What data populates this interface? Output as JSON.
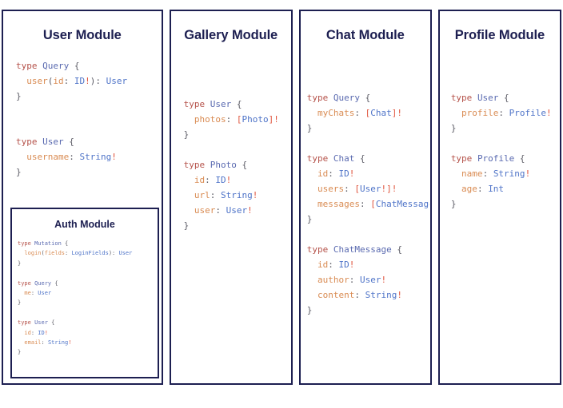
{
  "canvas": {
    "background": "#ffffff",
    "border_color": "#1d1f51",
    "title_color": "#1d1f51"
  },
  "palette": {
    "keyword": "#b5524a",
    "type_name": "#5a6ab0",
    "field_name": "#d98b52",
    "value_type": "#4f74c8",
    "non_null_bang": "#e0563f",
    "punctuation": "#5c5c66"
  },
  "modules": [
    {
      "id": "user",
      "title": "User Module",
      "code_lines": [
        [
          {
            "text": "type ",
            "token": "kw"
          },
          {
            "text": "Query",
            "token": "type"
          },
          {
            "text": " {",
            "token": "punc"
          }
        ],
        [
          {
            "text": "  user",
            "token": "field"
          },
          {
            "text": "(",
            "token": "punc"
          },
          {
            "text": "id",
            "token": "field"
          },
          {
            "text": ": ",
            "token": "punc"
          },
          {
            "text": "ID",
            "token": "val"
          },
          {
            "text": "!",
            "token": "bang"
          },
          {
            "text": ")",
            "token": "punc"
          },
          {
            "text": ": ",
            "token": "punc"
          },
          {
            "text": "User",
            "token": "val"
          }
        ],
        [
          {
            "text": "}",
            "token": "punc"
          }
        ],
        [
          {
            "text": "",
            "token": "punc"
          }
        ],
        [
          {
            "text": "",
            "token": "punc"
          }
        ],
        [
          {
            "text": "type ",
            "token": "kw"
          },
          {
            "text": "User",
            "token": "type"
          },
          {
            "text": " {",
            "token": "punc"
          }
        ],
        [
          {
            "text": "  username",
            "token": "field"
          },
          {
            "text": ": ",
            "token": "punc"
          },
          {
            "text": "String",
            "token": "val"
          },
          {
            "text": "!",
            "token": "bang"
          }
        ],
        [
          {
            "text": "}",
            "token": "punc"
          }
        ]
      ],
      "nested": {
        "id": "auth",
        "title": "Auth Module",
        "code_lines": [
          [
            {
              "text": "type ",
              "token": "kw"
            },
            {
              "text": "Mutation",
              "token": "type"
            },
            {
              "text": " {",
              "token": "punc"
            }
          ],
          [
            {
              "text": "  login",
              "token": "field"
            },
            {
              "text": "(",
              "token": "punc"
            },
            {
              "text": "fields",
              "token": "field"
            },
            {
              "text": ": ",
              "token": "punc"
            },
            {
              "text": "LoginFields",
              "token": "val"
            },
            {
              "text": ")",
              "token": "punc"
            },
            {
              "text": ": ",
              "token": "punc"
            },
            {
              "text": "User",
              "token": "val"
            }
          ],
          [
            {
              "text": "}",
              "token": "punc"
            }
          ],
          [
            {
              "text": "",
              "token": "punc"
            }
          ],
          [
            {
              "text": "type ",
              "token": "kw"
            },
            {
              "text": "Query",
              "token": "type"
            },
            {
              "text": " {",
              "token": "punc"
            }
          ],
          [
            {
              "text": "  me",
              "token": "field"
            },
            {
              "text": ": ",
              "token": "punc"
            },
            {
              "text": "User",
              "token": "val"
            }
          ],
          [
            {
              "text": "}",
              "token": "punc"
            }
          ],
          [
            {
              "text": "",
              "token": "punc"
            }
          ],
          [
            {
              "text": "type ",
              "token": "kw"
            },
            {
              "text": "User",
              "token": "type"
            },
            {
              "text": " {",
              "token": "punc"
            }
          ],
          [
            {
              "text": "  id",
              "token": "field"
            },
            {
              "text": ": ",
              "token": "punc"
            },
            {
              "text": "ID",
              "token": "val"
            },
            {
              "text": "!",
              "token": "bang"
            }
          ],
          [
            {
              "text": "  email",
              "token": "field"
            },
            {
              "text": ": ",
              "token": "punc"
            },
            {
              "text": "String",
              "token": "val"
            },
            {
              "text": "!",
              "token": "bang"
            }
          ],
          [
            {
              "text": "}",
              "token": "punc"
            }
          ]
        ]
      }
    },
    {
      "id": "gallery",
      "title": "Gallery Module",
      "code_lines": [
        [
          {
            "text": "type ",
            "token": "kw"
          },
          {
            "text": "User",
            "token": "type"
          },
          {
            "text": " {",
            "token": "punc"
          }
        ],
        [
          {
            "text": "  photos",
            "token": "field"
          },
          {
            "text": ": ",
            "token": "punc"
          },
          {
            "text": "[",
            "token": "bang"
          },
          {
            "text": "Photo",
            "token": "val"
          },
          {
            "text": "]",
            "token": "bang"
          },
          {
            "text": "!",
            "token": "bang"
          }
        ],
        [
          {
            "text": "}",
            "token": "punc"
          }
        ],
        [
          {
            "text": "",
            "token": "punc"
          }
        ],
        [
          {
            "text": "type ",
            "token": "kw"
          },
          {
            "text": "Photo",
            "token": "type"
          },
          {
            "text": " {",
            "token": "punc"
          }
        ],
        [
          {
            "text": "  id",
            "token": "field"
          },
          {
            "text": ": ",
            "token": "punc"
          },
          {
            "text": "ID",
            "token": "val"
          },
          {
            "text": "!",
            "token": "bang"
          }
        ],
        [
          {
            "text": "  url",
            "token": "field"
          },
          {
            "text": ": ",
            "token": "punc"
          },
          {
            "text": "String",
            "token": "val"
          },
          {
            "text": "!",
            "token": "bang"
          }
        ],
        [
          {
            "text": "  user",
            "token": "field"
          },
          {
            "text": ": ",
            "token": "punc"
          },
          {
            "text": "User",
            "token": "val"
          },
          {
            "text": "!",
            "token": "bang"
          }
        ],
        [
          {
            "text": "}",
            "token": "punc"
          }
        ]
      ],
      "nested": null
    },
    {
      "id": "chat",
      "title": "Chat Module",
      "code_lines": [
        [
          {
            "text": "type ",
            "token": "kw"
          },
          {
            "text": "Query",
            "token": "type"
          },
          {
            "text": " {",
            "token": "punc"
          }
        ],
        [
          {
            "text": "  myChats",
            "token": "field"
          },
          {
            "text": ": ",
            "token": "punc"
          },
          {
            "text": "[",
            "token": "bang"
          },
          {
            "text": "Chat",
            "token": "val"
          },
          {
            "text": "]",
            "token": "bang"
          },
          {
            "text": "!",
            "token": "bang"
          }
        ],
        [
          {
            "text": "}",
            "token": "punc"
          }
        ],
        [
          {
            "text": "",
            "token": "punc"
          }
        ],
        [
          {
            "text": "type ",
            "token": "kw"
          },
          {
            "text": "Chat",
            "token": "type"
          },
          {
            "text": " {",
            "token": "punc"
          }
        ],
        [
          {
            "text": "  id",
            "token": "field"
          },
          {
            "text": ": ",
            "token": "punc"
          },
          {
            "text": "ID",
            "token": "val"
          },
          {
            "text": "!",
            "token": "bang"
          }
        ],
        [
          {
            "text": "  users",
            "token": "field"
          },
          {
            "text": ": ",
            "token": "punc"
          },
          {
            "text": "[",
            "token": "bang"
          },
          {
            "text": "User",
            "token": "val"
          },
          {
            "text": "!",
            "token": "bang"
          },
          {
            "text": "]",
            "token": "bang"
          },
          {
            "text": "!",
            "token": "bang"
          }
        ],
        [
          {
            "text": "  messages",
            "token": "field"
          },
          {
            "text": ": ",
            "token": "punc"
          },
          {
            "text": "[",
            "token": "bang"
          },
          {
            "text": "ChatMessage",
            "token": "val"
          },
          {
            "text": "]",
            "token": "bang"
          },
          {
            "text": "!",
            "token": "bang"
          }
        ],
        [
          {
            "text": "}",
            "token": "punc"
          }
        ],
        [
          {
            "text": "",
            "token": "punc"
          }
        ],
        [
          {
            "text": "type ",
            "token": "kw"
          },
          {
            "text": "ChatMessage",
            "token": "type"
          },
          {
            "text": " {",
            "token": "punc"
          }
        ],
        [
          {
            "text": "  id",
            "token": "field"
          },
          {
            "text": ": ",
            "token": "punc"
          },
          {
            "text": "ID",
            "token": "val"
          },
          {
            "text": "!",
            "token": "bang"
          }
        ],
        [
          {
            "text": "  author",
            "token": "field"
          },
          {
            "text": ": ",
            "token": "punc"
          },
          {
            "text": "User",
            "token": "val"
          },
          {
            "text": "!",
            "token": "bang"
          }
        ],
        [
          {
            "text": "  content",
            "token": "field"
          },
          {
            "text": ": ",
            "token": "punc"
          },
          {
            "text": "String",
            "token": "val"
          },
          {
            "text": "!",
            "token": "bang"
          }
        ],
        [
          {
            "text": "}",
            "token": "punc"
          }
        ]
      ],
      "nested": null
    },
    {
      "id": "profile",
      "title": "Profile Module",
      "code_lines": [
        [
          {
            "text": "type ",
            "token": "kw"
          },
          {
            "text": "User",
            "token": "type"
          },
          {
            "text": " {",
            "token": "punc"
          }
        ],
        [
          {
            "text": "  profile",
            "token": "field"
          },
          {
            "text": ": ",
            "token": "punc"
          },
          {
            "text": "Profile",
            "token": "val"
          },
          {
            "text": "!",
            "token": "bang"
          }
        ],
        [
          {
            "text": "}",
            "token": "punc"
          }
        ],
        [
          {
            "text": "",
            "token": "punc"
          }
        ],
        [
          {
            "text": "type ",
            "token": "kw"
          },
          {
            "text": "Profile",
            "token": "type"
          },
          {
            "text": " {",
            "token": "punc"
          }
        ],
        [
          {
            "text": "  name",
            "token": "field"
          },
          {
            "text": ": ",
            "token": "punc"
          },
          {
            "text": "String",
            "token": "val"
          },
          {
            "text": "!",
            "token": "bang"
          }
        ],
        [
          {
            "text": "  age",
            "token": "field"
          },
          {
            "text": ": ",
            "token": "punc"
          },
          {
            "text": "Int",
            "token": "val"
          }
        ],
        [
          {
            "text": "}",
            "token": "punc"
          }
        ]
      ],
      "nested": null
    }
  ]
}
